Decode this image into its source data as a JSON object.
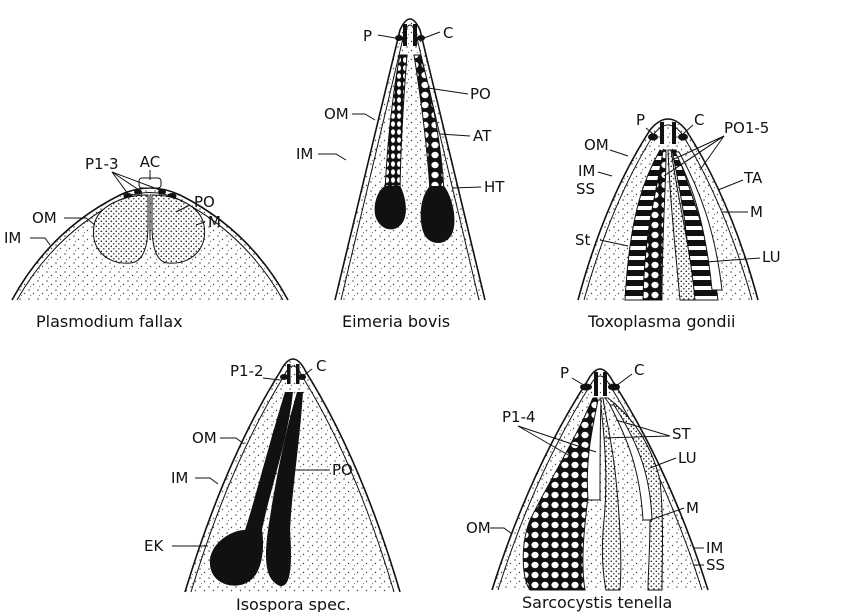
{
  "panels": {
    "plasmodium": {
      "caption": "Plasmodium fallax",
      "labels": {
        "ac": "AC",
        "p": "P1-3",
        "om": "OM",
        "im": "IM",
        "po": "PO",
        "m": "M"
      }
    },
    "eimeria": {
      "caption": "Eimeria bovis",
      "labels": {
        "p": "P",
        "c": "C",
        "om": "OM",
        "im": "IM",
        "po": "PO",
        "at": "AT",
        "ht": "HT"
      }
    },
    "toxoplasma": {
      "caption": "Toxoplasma gondii",
      "labels": {
        "p": "P",
        "c": "C",
        "po": "PO1-5",
        "om": "OM",
        "im": "IM",
        "ss": "SS",
        "ta": "TA",
        "m": "M",
        "st": "St",
        "lu": "LU"
      }
    },
    "isospora": {
      "caption": "Isospora spec.",
      "labels": {
        "p": "P1-2",
        "c": "C",
        "om": "OM",
        "im": "IM",
        "po": "PO",
        "ek": "EK"
      }
    },
    "sarcocystis": {
      "caption": "Sarcocystis tenella",
      "labels": {
        "p": "P",
        "c": "C",
        "p14": "P1-4",
        "st": "ST",
        "lu": "LU",
        "om": "OM",
        "m": "M",
        "im": "IM",
        "ss": "SS"
      }
    }
  }
}
